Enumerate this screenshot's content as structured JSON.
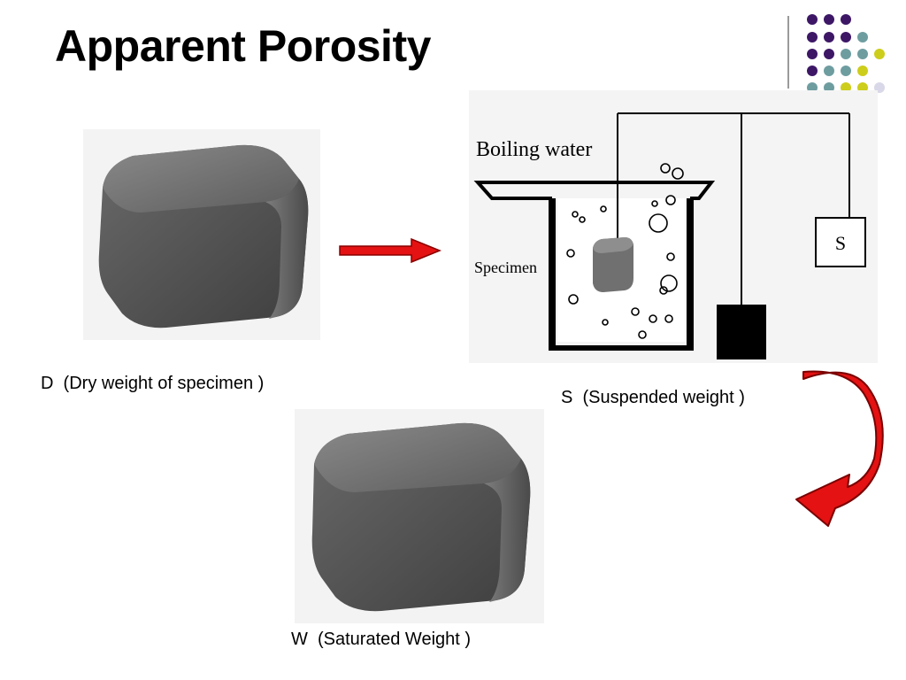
{
  "slide": {
    "title": "Apparent Porosity"
  },
  "captions": {
    "dry": "D  (Dry weight of specimen )",
    "suspended": "S  (Suspended weight )",
    "saturated": "W  (Saturated Weight )"
  },
  "apparatus": {
    "vessel_label": "Boiling water",
    "specimen_label": "Specimen",
    "box_label": "S"
  },
  "colors": {
    "purple": "#3d1766",
    "teal": "#6e9da0",
    "yellow": "#cdcd1c",
    "lavender": "#d8d8e8",
    "arrow_red": "#e41212",
    "cube_gray": "#707070"
  },
  "icons": [
    "right-arrow-icon",
    "curved-arrow-icon",
    "dot-grid-icon"
  ]
}
